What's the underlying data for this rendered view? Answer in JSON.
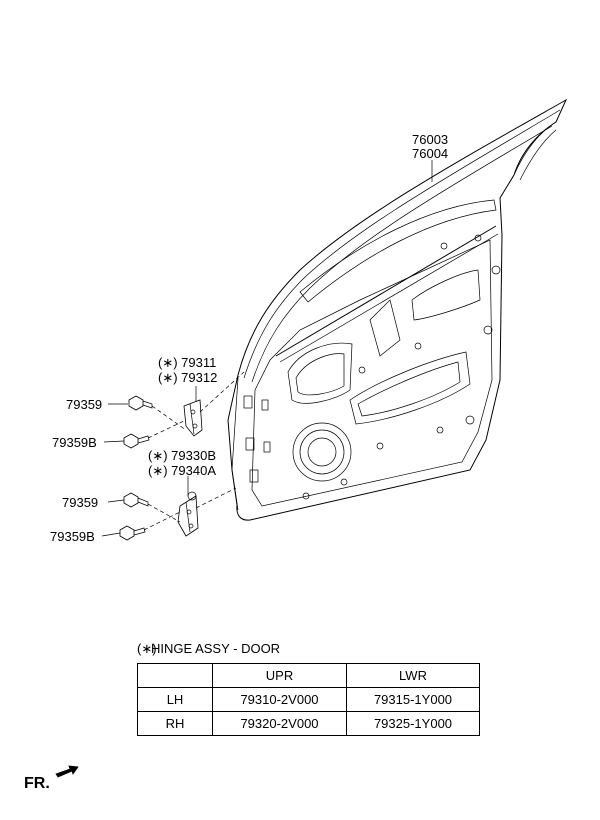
{
  "callouts": {
    "door_panel": [
      "76003",
      "76004"
    ],
    "upper_hinge": [
      "(∗) 79311",
      "(∗) 79312"
    ],
    "lower_hinge": [
      "(∗) 79330B",
      "(∗) 79340A"
    ],
    "bolt_upper_1": "79359",
    "bolt_upper_2": "79359B",
    "bolt_lower_1": "79359",
    "bolt_lower_2": "79359B"
  },
  "legend": {
    "mark": "(∗)",
    "title": "HINGE ASSY - DOOR",
    "headers": [
      "",
      "UPR",
      "LWR"
    ],
    "rows": [
      [
        "LH",
        "79310-2V000",
        "79315-1Y000"
      ],
      [
        "RH",
        "79320-2V000",
        "79325-1Y000"
      ]
    ]
  },
  "direction": {
    "label": "FR."
  }
}
